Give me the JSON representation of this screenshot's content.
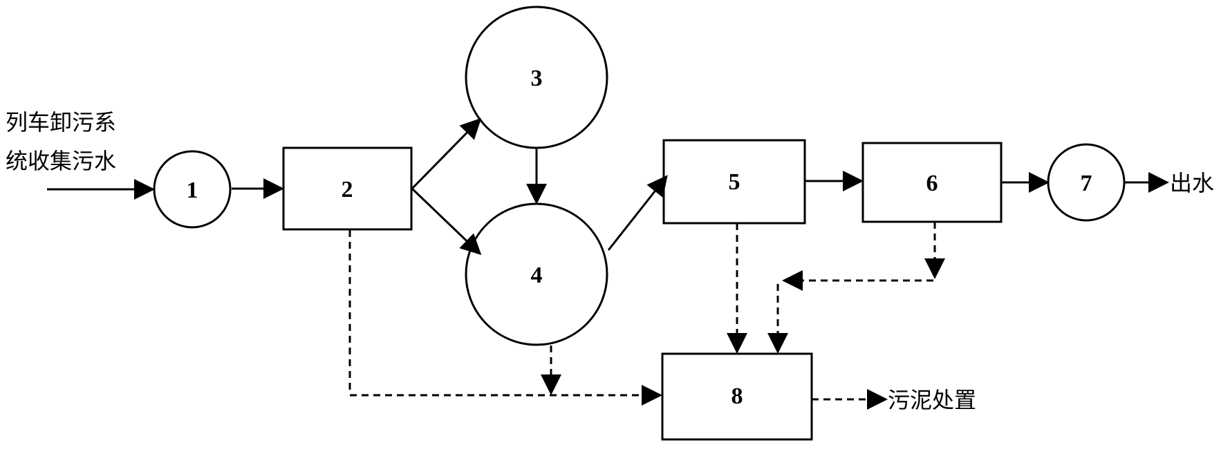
{
  "diagram": {
    "input_label_line1": "列车卸污系",
    "input_label_line2": "统收集污水",
    "output_label": "出水",
    "sludge_label": "污泥处置",
    "nodes": {
      "n1": "1",
      "n2": "2",
      "n3": "3",
      "n4": "4",
      "n5": "5",
      "n6": "6",
      "n7": "7",
      "n8": "8"
    }
  }
}
